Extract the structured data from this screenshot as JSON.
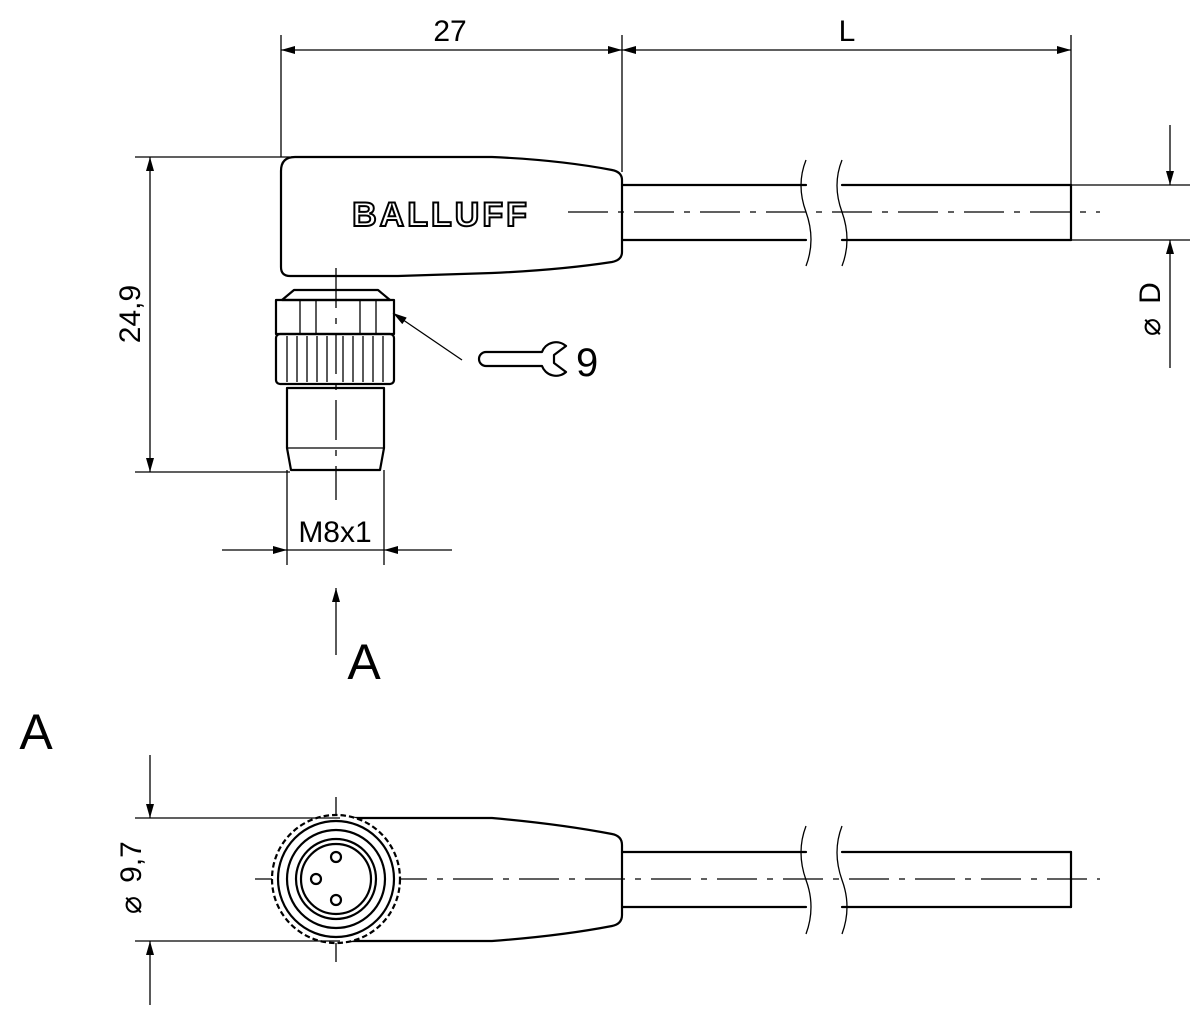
{
  "dimensions": {
    "body_length": "27",
    "cable_length": "L",
    "height": "24,9",
    "thread": "M8x1",
    "cable_diameter": "D",
    "face_diameter": "9,7",
    "wrench_size": "9"
  },
  "symbols": {
    "diameter": "⌀"
  },
  "brand": "BALLUFF",
  "view": {
    "arrow_label": "A",
    "section_title": "A"
  },
  "icons": {
    "wrench": "open-end-wrench-icon",
    "diameter": "diameter-symbol"
  }
}
